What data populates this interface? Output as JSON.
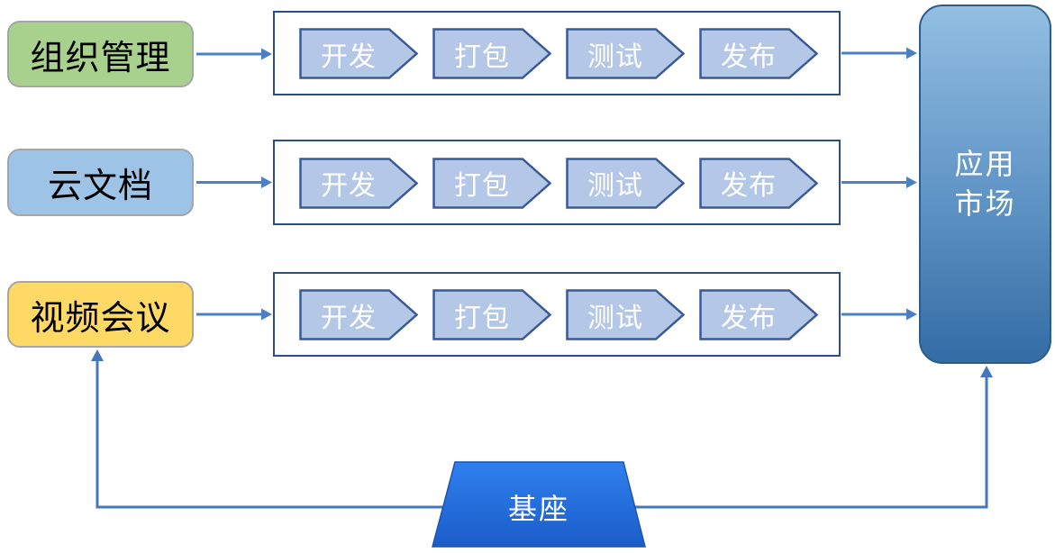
{
  "diagram": {
    "type": "flow-diagram",
    "description_visible_only": "three source apps flow through build pipelines into an app market, supported by a base platform"
  },
  "sources": [
    {
      "label": "组织管理",
      "fill": "#A9D18E"
    },
    {
      "label": "云文档",
      "fill": "#9DC3E6"
    },
    {
      "label": "视频会议",
      "fill": "#FFD966"
    }
  ],
  "pipelines": {
    "rows": [
      {
        "stages": [
          "开发",
          "打包",
          "测试",
          "发布"
        ]
      },
      {
        "stages": [
          "开发",
          "打包",
          "测试",
          "发布"
        ]
      },
      {
        "stages": [
          "开发",
          "打包",
          "测试",
          "发布"
        ]
      }
    ]
  },
  "market": {
    "line1": "应用",
    "line2": "市场"
  },
  "base": {
    "label": "基座"
  },
  "edges": [
    {
      "from": "组织管理",
      "to": "pipeline-1"
    },
    {
      "from": "云文档",
      "to": "pipeline-2"
    },
    {
      "from": "视频会议",
      "to": "pipeline-3"
    },
    {
      "from": "pipeline-1",
      "to": "应用市场"
    },
    {
      "from": "pipeline-2",
      "to": "应用市场"
    },
    {
      "from": "pipeline-3",
      "to": "应用市场"
    },
    {
      "from": "基座",
      "to": "视频会议"
    },
    {
      "from": "基座",
      "to": "应用市场"
    }
  ],
  "colors": {
    "source_green": "#A9D18E",
    "source_blue": "#9DC3E6",
    "source_yellow": "#FFD966",
    "source_border": "#A6A6A6",
    "chevron_fill": "#B4C7E7",
    "chevron_border": "#3A5A96",
    "pipeline_border": "#2E4C84",
    "market_gradient_top": "#92BEE2",
    "market_gradient_bottom": "#336DA4",
    "market_border": "#2E5C8A",
    "base_gradient_top": "#2F80EE",
    "base_gradient_bottom": "#1A5DC8",
    "connector_blue": "#4B80C4",
    "text_dark": "#000000",
    "text_light": "#FFFFFF"
  }
}
